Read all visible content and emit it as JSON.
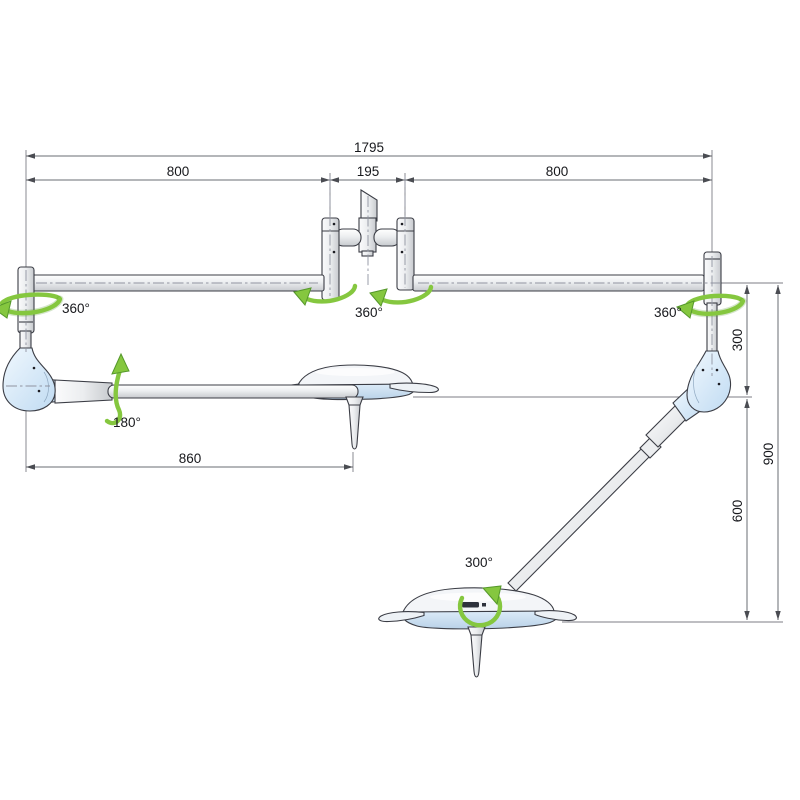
{
  "diagram": {
    "dimensions": {
      "total_span": "1795",
      "left_span": "800",
      "center_span": "195",
      "right_span": "800",
      "reach": "860",
      "upper_drop": "300",
      "lower_drop": "600",
      "total_drop": "900"
    },
    "rotations": {
      "left_post": "360°",
      "center_posts": "360°",
      "right_post": "360°",
      "arm_flip": "180°",
      "head_swivel": "300°"
    },
    "colors": {
      "arrow_green": "#85c73f",
      "arrow_green_dark": "#55982b",
      "joint_blue": "#d3e6f8",
      "metal_gray": "#e3e5e8",
      "line_dark": "#3b3d45",
      "background": "#ffffff"
    }
  }
}
